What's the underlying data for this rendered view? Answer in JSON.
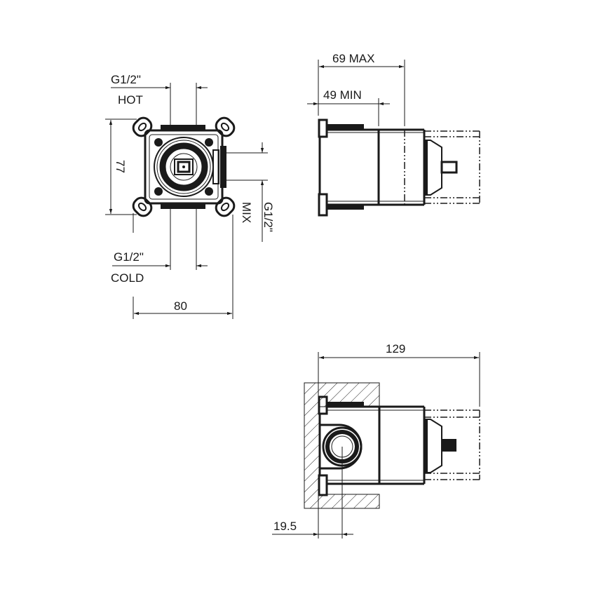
{
  "drawing": {
    "front_view": {
      "hot_label_top": "G1/2\"",
      "hot_label_bottom": "HOT",
      "cold_label_top": "G1/2\"",
      "cold_label_bottom": "COLD",
      "mix_label_a": "MIX",
      "mix_label_b": "G1/2\"",
      "height_dim": "77",
      "width_dim": "80"
    },
    "side_view": {
      "max_dim": "69 MAX",
      "min_dim": "49 MIN"
    },
    "section_view": {
      "length_dim": "129",
      "offset_dim": "19.5"
    },
    "colors": {
      "line": "#1a1a1a",
      "background": "#ffffff",
      "wall_fill": "#ffffff"
    }
  }
}
